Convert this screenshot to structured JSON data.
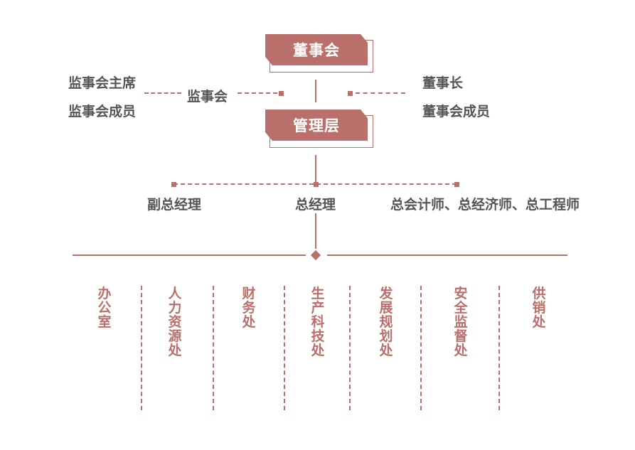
{
  "top_box": "董事会",
  "mgmt_box": "管理层",
  "supervisory": {
    "label": "监事会",
    "chair": "监事会主席",
    "members": "监事会成员"
  },
  "board": {
    "chair": "董事长",
    "members": "董事会成员"
  },
  "management": {
    "deputy": "副总经理",
    "gm": "总经理",
    "chiefs": "总会计师、总经济师、总工程师"
  },
  "departments": [
    "办公室",
    "人力资源处",
    "财务处",
    "生产科技处",
    "发展规划处",
    "安全监督处",
    "供销处"
  ],
  "colors": {
    "accent": "#b9706a",
    "text": "#555555"
  }
}
